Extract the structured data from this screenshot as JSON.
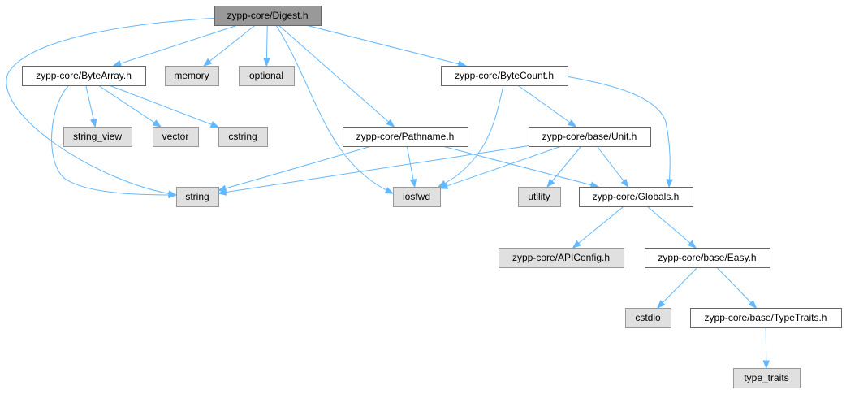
{
  "colors": {
    "edge": "#63b8ff",
    "root_fill": "#999999",
    "local_fill": "#ffffff",
    "system_fill": "#e0e0e0",
    "border_dark": "#666666",
    "border_system": "#999999"
  },
  "nodes": [
    {
      "id": "digest",
      "label": "zypp-core/Digest.h",
      "kind": "root"
    },
    {
      "id": "bytearray",
      "label": "zypp-core/ByteArray.h",
      "kind": "local"
    },
    {
      "id": "memory",
      "label": "memory",
      "kind": "system"
    },
    {
      "id": "optional",
      "label": "optional",
      "kind": "system"
    },
    {
      "id": "bytecount",
      "label": "zypp-core/ByteCount.h",
      "kind": "local"
    },
    {
      "id": "string_view",
      "label": "string_view",
      "kind": "system"
    },
    {
      "id": "vector",
      "label": "vector",
      "kind": "system"
    },
    {
      "id": "cstring",
      "label": "cstring",
      "kind": "system"
    },
    {
      "id": "pathname",
      "label": "zypp-core/Pathname.h",
      "kind": "local"
    },
    {
      "id": "unit",
      "label": "zypp-core/base/Unit.h",
      "kind": "local"
    },
    {
      "id": "string",
      "label": "string",
      "kind": "system"
    },
    {
      "id": "iosfwd",
      "label": "iosfwd",
      "kind": "system"
    },
    {
      "id": "utility",
      "label": "utility",
      "kind": "system"
    },
    {
      "id": "globals",
      "label": "zypp-core/Globals.h",
      "kind": "local"
    },
    {
      "id": "apiconfig",
      "label": "zypp-core/APIConfig.h",
      "kind": "system"
    },
    {
      "id": "easy",
      "label": "zypp-core/base/Easy.h",
      "kind": "local"
    },
    {
      "id": "cstdio",
      "label": "cstdio",
      "kind": "system"
    },
    {
      "id": "typetraits",
      "label": "zypp-core/base/TypeTraits.h",
      "kind": "local"
    },
    {
      "id": "type_traits",
      "label": "type_traits",
      "kind": "system"
    }
  ],
  "edges": [
    {
      "from": "digest",
      "to": "bytearray"
    },
    {
      "from": "digest",
      "to": "memory"
    },
    {
      "from": "digest",
      "to": "optional"
    },
    {
      "from": "digest",
      "to": "bytecount"
    },
    {
      "from": "digest",
      "to": "pathname"
    },
    {
      "from": "digest",
      "to": "string"
    },
    {
      "from": "digest",
      "to": "iosfwd"
    },
    {
      "from": "bytearray",
      "to": "string_view"
    },
    {
      "from": "bytearray",
      "to": "vector"
    },
    {
      "from": "bytearray",
      "to": "cstring"
    },
    {
      "from": "bytearray",
      "to": "string"
    },
    {
      "from": "bytecount",
      "to": "unit"
    },
    {
      "from": "bytecount",
      "to": "iosfwd"
    },
    {
      "from": "bytecount",
      "to": "globals"
    },
    {
      "from": "pathname",
      "to": "string"
    },
    {
      "from": "pathname",
      "to": "iosfwd"
    },
    {
      "from": "pathname",
      "to": "globals"
    },
    {
      "from": "unit",
      "to": "string"
    },
    {
      "from": "unit",
      "to": "iosfwd"
    },
    {
      "from": "unit",
      "to": "utility"
    },
    {
      "from": "unit",
      "to": "globals"
    },
    {
      "from": "globals",
      "to": "apiconfig"
    },
    {
      "from": "globals",
      "to": "easy"
    },
    {
      "from": "easy",
      "to": "cstdio"
    },
    {
      "from": "easy",
      "to": "typetraits"
    },
    {
      "from": "typetraits",
      "to": "type_traits"
    }
  ]
}
